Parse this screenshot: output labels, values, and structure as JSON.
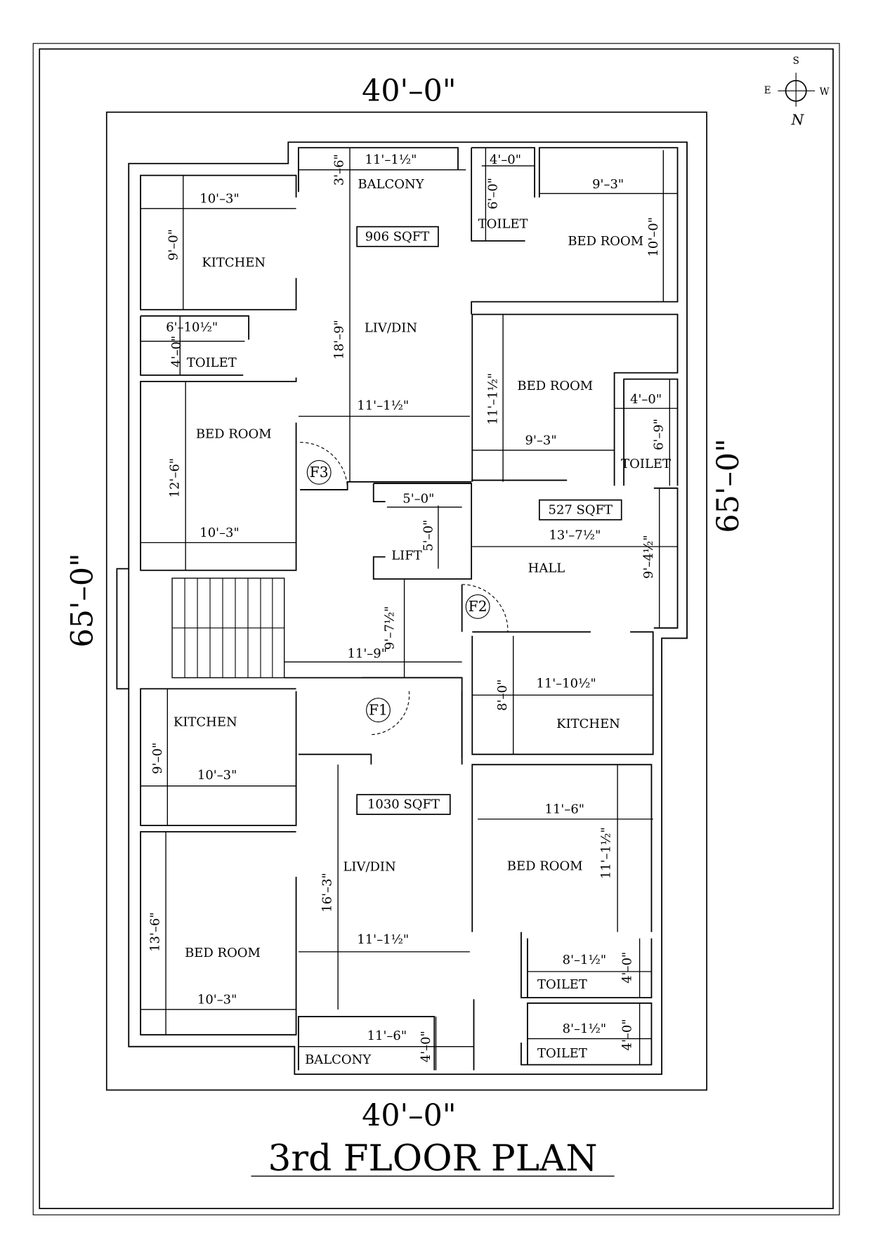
{
  "title": "3rd FLOOR PLAN",
  "overall": {
    "top": "40'–0\"",
    "bottom": "40'–0\"",
    "left": "65'–0\"",
    "right": "65'–0\""
  },
  "compass": {
    "s": "S",
    "e": "E",
    "w": "W",
    "n": "N"
  },
  "areas": [
    "906 SQFT",
    "527 SQFT",
    "1030 SQFT"
  ],
  "doors": [
    "F3",
    "F2",
    "F1"
  ],
  "rooms": [
    "KITCHEN",
    "LIV/DIN",
    "TOILET",
    "BED ROOM",
    "BALCONY",
    "TOILET",
    "BED ROOM",
    "BED ROOM",
    "TOILET",
    "LIFT",
    "HALL",
    "KITCHEN",
    "KITCHEN",
    "LIV/DIN",
    "BED ROOM",
    "BED ROOM",
    "TOILET",
    "TOILET",
    "BALCONY"
  ],
  "dims": [
    "10'–3\"",
    "9'–0\"",
    "6'–10½\"",
    "4'–0\"",
    "3'–6\"",
    "11'–1½\"",
    "4'–0\"",
    "6'–0\"",
    "9'–3\"",
    "10'–0\"",
    "18'–9\"",
    "11'–1½\"",
    "11'–1½\"",
    "9'–3\"",
    "4'–0\"",
    "6'–9\"",
    "12'–6\"",
    "10'–3\"",
    "5'–0\"",
    "5'–0\"",
    "13'–7½\"",
    "9'–4½\"",
    "9'–7½\"",
    "11'–9\"",
    "11'–10½\"",
    "8'–0\"",
    "9'–0\"",
    "10'–3\"",
    "11'–6\"",
    "11'–1½\"",
    "16'–3\"",
    "13'–6\"",
    "11'–1½\"",
    "10'–3\"",
    "8'–1½\"",
    "4'–0\"",
    "8'–1½\"",
    "4'–0\"",
    "11'–6\"",
    "4'–0\""
  ]
}
